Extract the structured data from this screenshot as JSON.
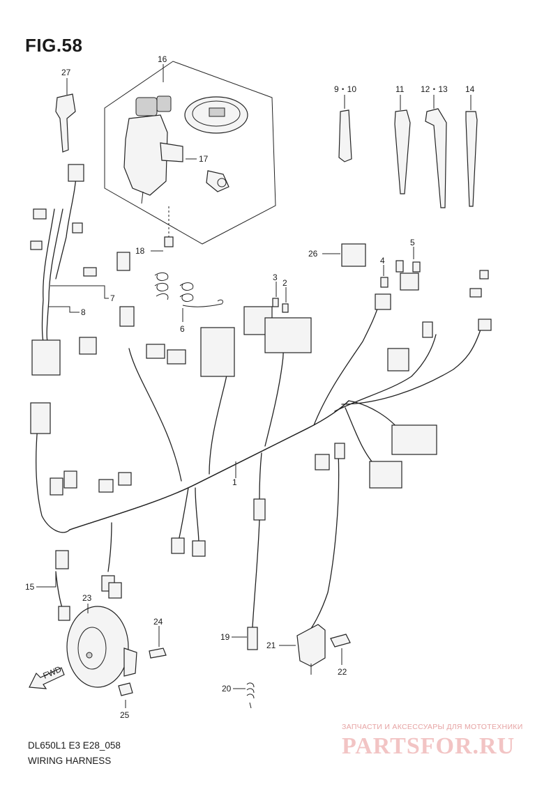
{
  "figure": {
    "title": "FIG.58",
    "model_code": "DL650L1  E3  E28_058",
    "caption": "WIRING HARNESS"
  },
  "callouts": [
    {
      "id": "27",
      "label": "27"
    },
    {
      "id": "16",
      "label": "16"
    },
    {
      "id": "17",
      "label": "17"
    },
    {
      "id": "18",
      "label": "18"
    },
    {
      "id": "9-10",
      "label": "9・10"
    },
    {
      "id": "11",
      "label": "11"
    },
    {
      "id": "12-13",
      "label": "12・13"
    },
    {
      "id": "14",
      "label": "14"
    },
    {
      "id": "7",
      "label": "7"
    },
    {
      "id": "8",
      "label": "8"
    },
    {
      "id": "6",
      "label": "6"
    },
    {
      "id": "26",
      "label": "26"
    },
    {
      "id": "5",
      "label": "5"
    },
    {
      "id": "4",
      "label": "4"
    },
    {
      "id": "3",
      "label": "3"
    },
    {
      "id": "2",
      "label": "2"
    },
    {
      "id": "1",
      "label": "1"
    },
    {
      "id": "15",
      "label": "15"
    },
    {
      "id": "23",
      "label": "23"
    },
    {
      "id": "24",
      "label": "24"
    },
    {
      "id": "25",
      "label": "25"
    },
    {
      "id": "19",
      "label": "19"
    },
    {
      "id": "20",
      "label": "20"
    },
    {
      "id": "21",
      "label": "21"
    },
    {
      "id": "22",
      "label": "22"
    }
  ],
  "direction_marker": {
    "label": "FWD",
    "icon": "forward-arrow-icon"
  },
  "watermark": {
    "tagline": "ЗАПЧАСТИ И АКСЕССУАРЫ ДЛЯ МОТОТЕХНИКИ",
    "brand": "PARTSFOR.RU",
    "color": "#f2c4c4"
  }
}
